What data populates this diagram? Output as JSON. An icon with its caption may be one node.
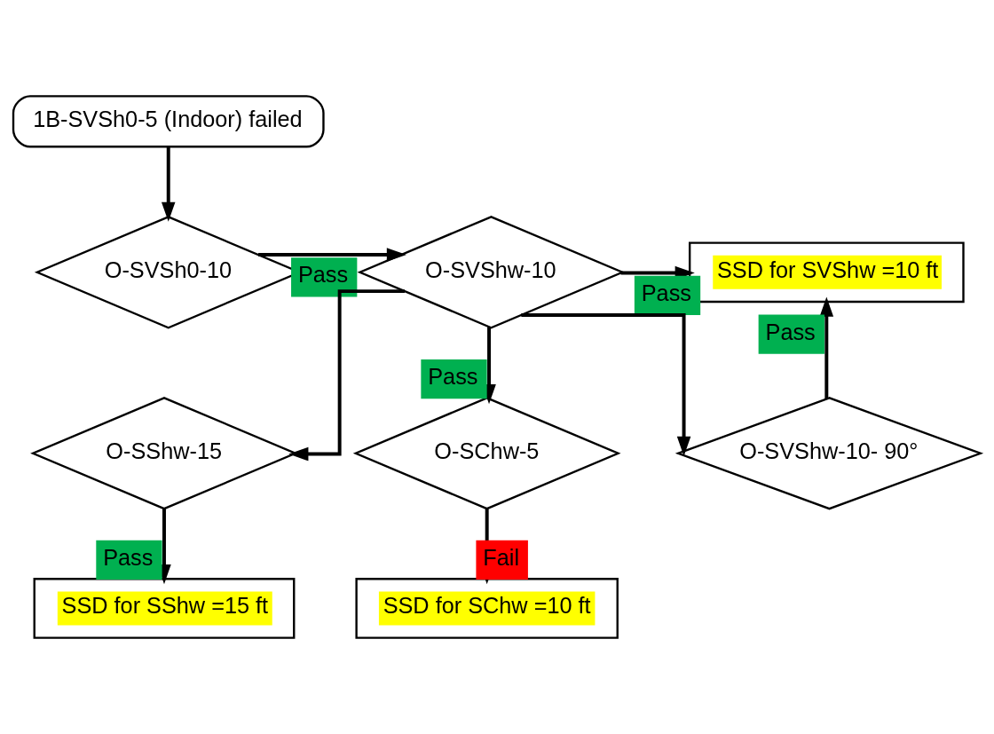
{
  "diagram": {
    "nodes": [
      {
        "text": [
          "1B-SVSh0-5 (Indoor) failed"
        ]
      },
      {
        "text": [
          "O-SVSh0-10"
        ]
      },
      {
        "text": [
          "O-SVShw-10"
        ]
      },
      {
        "text": [
          "SSD for SVShw =10 ft"
        ]
      },
      {
        "text": [
          "O-SShw-15"
        ]
      },
      {
        "text": [
          "O-SChw-5"
        ]
      },
      {
        "text": [
          "O-SVShw-10- 90°"
        ]
      },
      {
        "text": [
          "SSD for SShw =15 ft"
        ]
      },
      {
        "text": [
          "SSD for SChw =10 ft"
        ]
      }
    ],
    "edges": [
      {
        "from": 0,
        "to": 1,
        "arrow": "to"
      },
      {
        "from": 1,
        "to": 2,
        "arrow": "to",
        "label": "Pass"
      },
      {
        "from": 2,
        "to": 3,
        "arrow": "to",
        "label": "Pass"
      },
      {
        "from": 2,
        "to": 4,
        "arrow": "to"
      },
      {
        "from": 2,
        "to": 5,
        "arrow": "to",
        "label": "Pass"
      },
      {
        "from": 2,
        "to": 6,
        "arrow": "to"
      },
      {
        "from": 6,
        "to": 3,
        "arrow": "to",
        "label": "Pass"
      },
      {
        "from": 4,
        "to": 7,
        "arrow": "to",
        "label": "Pass"
      },
      {
        "from": 5,
        "to": 8,
        "arrow": "to",
        "label": "Fail"
      }
    ]
  }
}
